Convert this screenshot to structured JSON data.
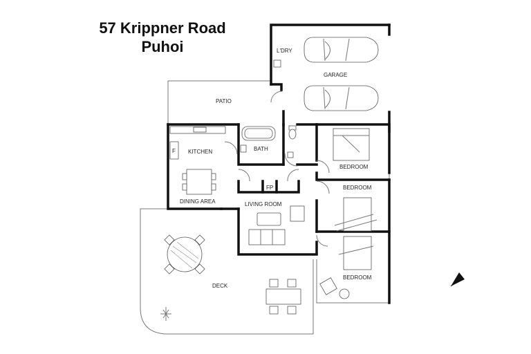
{
  "title": {
    "line1": "57 Krippner Road",
    "line2": "Puhoi"
  },
  "rooms": {
    "laundry": "L'DRY",
    "garage": "GARAGE",
    "patio": "PATIO",
    "kitchen": "KITCHEN",
    "fridge": "F",
    "bath": "BATH",
    "bedroom1": "BEDROOM",
    "bedroom2": "BEDROOM",
    "bedroom3": "BEDROOM",
    "fireplace": "FP",
    "living": "LIVING ROOM",
    "dining": "DINING AREA",
    "deck": "DECK"
  },
  "icons": {
    "north_arrow": "north-arrow-icon",
    "plant": "plant-icon"
  }
}
